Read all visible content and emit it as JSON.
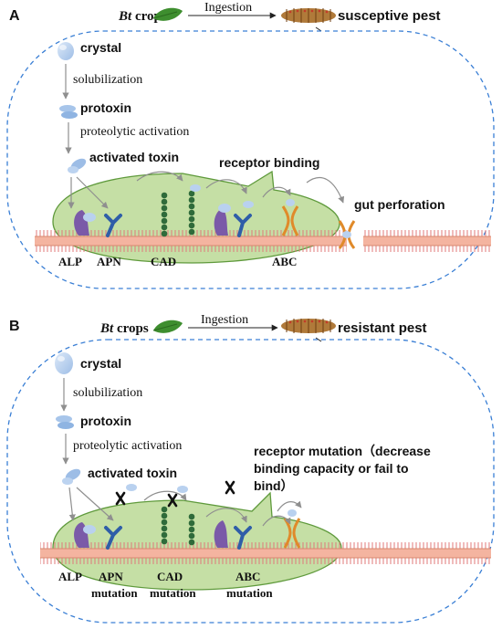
{
  "panelA": {
    "letter": "A",
    "crops_italic": "Bt",
    "crops_rest": " crops",
    "ingestion": "Ingestion",
    "pest": "susceptive pest",
    "crystal": "crystal",
    "solubilization": "solubilization",
    "protoxin": "protoxin",
    "proteolytic": "proteolytic activation",
    "activated": "activated toxin",
    "receptor_binding": "receptor binding",
    "gut_perforation": "gut perforation",
    "receptors": [
      "ALP",
      "APN",
      "CAD",
      "ABC"
    ]
  },
  "panelB": {
    "letter": "B",
    "crops_italic": "Bt",
    "crops_rest": " crops",
    "ingestion": "Ingestion",
    "pest": "resistant pest",
    "crystal": "crystal",
    "solubilization": "solubilization",
    "protoxin": "protoxin",
    "proteolytic": "proteolytic activation",
    "activated": "activated toxin",
    "mutation_line1": "receptor mutation（decrease",
    "mutation_line2": "binding capacity or fail to",
    "mutation_line3": "bind）",
    "receptors": [
      "ALP",
      "APN",
      "CAD",
      "ABC"
    ],
    "mutation_word": "mutation"
  },
  "colors": {
    "dashed_border": "#3a7fd5",
    "cell": "#c5dfa5",
    "cell_stroke": "#5f9a3c",
    "membrane": "#f4b4a0",
    "villi": "#e07a7a",
    "arrow": "#9a9a9a",
    "leaf": "#3e8e2f",
    "caterpillar": "#b07a3a"
  }
}
